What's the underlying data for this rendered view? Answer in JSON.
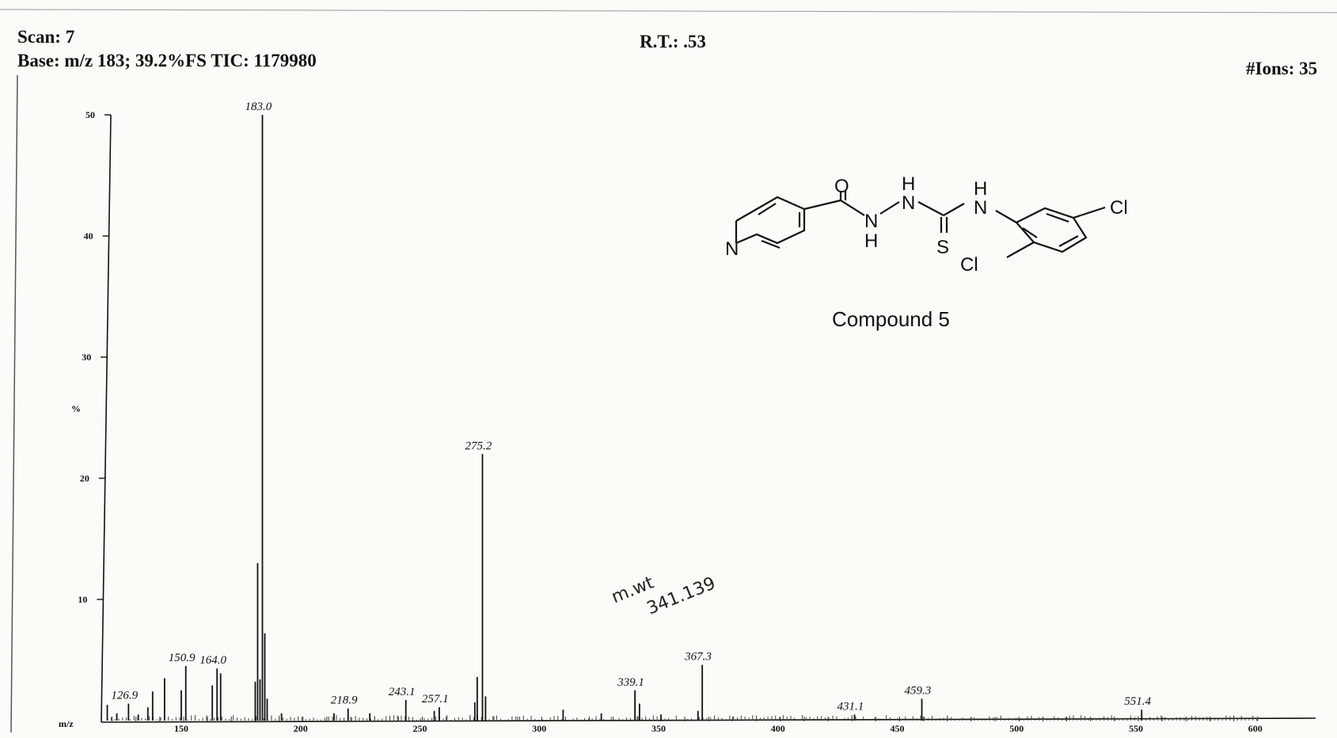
{
  "header": {
    "scan": "Scan: 7",
    "base": "Base: m/z 183; 39.2%FS  TIC: 1179980",
    "rt": "R.T.: .53",
    "ions": "#Ions: 35"
  },
  "structure": {
    "caption": "Compound 5",
    "atoms": {
      "O": "O",
      "N": "N",
      "H": "H",
      "S": "S",
      "Cl": "Cl"
    }
  },
  "handwritten_note": {
    "line1": "m.wt",
    "line2": "341.139"
  },
  "chart_data": {
    "type": "bar",
    "xlabel": "m/z",
    "ylabel": "%",
    "xlim": [
      117,
      610
    ],
    "ylim": [
      0,
      50
    ],
    "x_ticks": [
      150,
      200,
      250,
      300,
      350,
      400,
      450,
      500,
      550,
      600
    ],
    "y_ticks": [
      10,
      20,
      30,
      40,
      50
    ],
    "peaks": [
      {
        "mz": 118.0,
        "intensity": 1.3
      },
      {
        "mz": 122.0,
        "intensity": 0.6
      },
      {
        "mz": 126.9,
        "intensity": 1.4,
        "label": "126.9"
      },
      {
        "mz": 131.0,
        "intensity": 0.5
      },
      {
        "mz": 135.0,
        "intensity": 1.1
      },
      {
        "mz": 137.0,
        "intensity": 2.4
      },
      {
        "mz": 142.0,
        "intensity": 3.5
      },
      {
        "mz": 149.0,
        "intensity": 2.5
      },
      {
        "mz": 150.9,
        "intensity": 4.5,
        "label": "150.9"
      },
      {
        "mz": 162.0,
        "intensity": 2.9
      },
      {
        "mz": 164.0,
        "intensity": 4.3,
        "label": "164.0"
      },
      {
        "mz": 165.5,
        "intensity": 3.9
      },
      {
        "mz": 180.0,
        "intensity": 3.2
      },
      {
        "mz": 181.0,
        "intensity": 13.0
      },
      {
        "mz": 182.0,
        "intensity": 3.4
      },
      {
        "mz": 183.0,
        "intensity": 50.0,
        "label": "183.0"
      },
      {
        "mz": 184.0,
        "intensity": 7.2
      },
      {
        "mz": 185.0,
        "intensity": 1.8
      },
      {
        "mz": 191.0,
        "intensity": 0.6
      },
      {
        "mz": 213.0,
        "intensity": 0.6
      },
      {
        "mz": 218.9,
        "intensity": 1.0,
        "label": "218.9"
      },
      {
        "mz": 228.0,
        "intensity": 0.6
      },
      {
        "mz": 243.1,
        "intensity": 1.7,
        "label": "243.1"
      },
      {
        "mz": 255.0,
        "intensity": 0.8
      },
      {
        "mz": 257.1,
        "intensity": 1.1,
        "label": "257.1"
      },
      {
        "mz": 272.0,
        "intensity": 1.5
      },
      {
        "mz": 273.0,
        "intensity": 3.6
      },
      {
        "mz": 275.2,
        "intensity": 22.0,
        "label": "275.2"
      },
      {
        "mz": 276.5,
        "intensity": 2.0
      },
      {
        "mz": 309.0,
        "intensity": 0.9
      },
      {
        "mz": 325.0,
        "intensity": 0.6
      },
      {
        "mz": 339.1,
        "intensity": 2.5,
        "label": "339.1"
      },
      {
        "mz": 341.0,
        "intensity": 1.4
      },
      {
        "mz": 350.0,
        "intensity": 0.5
      },
      {
        "mz": 365.5,
        "intensity": 0.8
      },
      {
        "mz": 367.3,
        "intensity": 4.6,
        "label": "367.3"
      },
      {
        "mz": 431.1,
        "intensity": 0.5,
        "label": "431.1"
      },
      {
        "mz": 459.3,
        "intensity": 1.8,
        "label": "459.3"
      },
      {
        "mz": 551.4,
        "intensity": 0.9,
        "label": "551.4"
      }
    ]
  }
}
